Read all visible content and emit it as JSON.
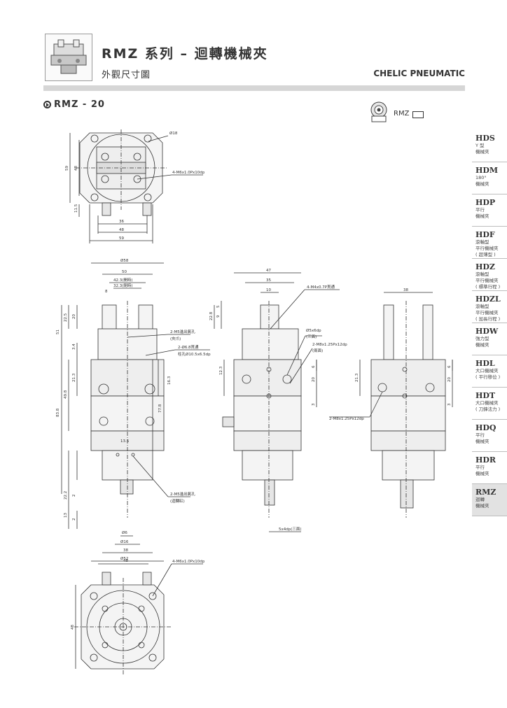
{
  "header": {
    "title": "RMZ 系列 – 迴轉機械夾",
    "subtitle": "外觀尺寸圖",
    "brand": "CHELIC PNEUMATIC"
  },
  "model_label": "RMZ - 20",
  "badge": {
    "text": "RMZ"
  },
  "sidebar": [
    {
      "code": "HDS",
      "desc": "Y 型\n機械夾"
    },
    {
      "code": "HDM",
      "desc": "180°\n機械夾"
    },
    {
      "code": "HDP",
      "desc": "平行\n機械夾"
    },
    {
      "code": "HDF",
      "desc": "滾軸型\n平行機械夾\n( 超薄型 )"
    },
    {
      "code": "HDZ",
      "desc": "滾軸型\n平行機械夾\n( 標準行程 )"
    },
    {
      "code": "HDZL",
      "desc": "滾軸型\n平行機械夾\n( 加長行程 )"
    },
    {
      "code": "HDW",
      "desc": "強力型\n機械夾"
    },
    {
      "code": "HDL",
      "desc": "大口機械夾\n( 平行移位 )"
    },
    {
      "code": "HDT",
      "desc": "大口機械夾\n( 刀鋒法力 )"
    },
    {
      "code": "HDQ",
      "desc": "平行\n機械夾"
    },
    {
      "code": "HDR",
      "desc": "平行\n機械夾"
    },
    {
      "code": "RMZ",
      "desc": "迴轉\n機械夾"
    }
  ],
  "dims": {
    "d18": "Ø18",
    "m6": "4-M6x1.0Px10dp",
    "v59": "59",
    "v48": "48",
    "v115": "11.5",
    "h36": "36",
    "h48": "48",
    "h59": "59",
    "d58": "Ø58",
    "h50": "50",
    "h423": "42.3(開時)",
    "h323": "32.3(閉時)",
    "h8": "8",
    "v225": "22.5",
    "v20": "20",
    "v51": "51",
    "v34": "3.4",
    "v213": "21.3",
    "v498": "49.8",
    "v838": "83.8",
    "v222": "22.2",
    "v2a": "2",
    "v13": "13",
    "v2b": "2",
    "m5a": "2-M5進出氣孔",
    "m5a2": "(夾爪)",
    "d68": "2-Ø6.8貫通",
    "d68b": "柱孔Ø10.5x6.5dp",
    "v163": "16.3",
    "v778": "77.8",
    "h135": "13.5",
    "m5b": "2-M5進出氣孔",
    "m5b2": "(迴轉缸)",
    "d6": "Ø6",
    "d16": "Ø16",
    "h38": "38",
    "d52": "Ø52",
    "h47": "47",
    "h35": "35",
    "h10": "10",
    "m4": "4-M4x0.7P貫通",
    "v9": "9",
    "v5": "5",
    "v228": "22.8",
    "v123": "12.3",
    "d5": "Ø5x6dp",
    "d5b": "(三面)",
    "m8": "2-M8x1.25Px12dp",
    "m8b": "(兩面)",
    "v6": "6",
    "v20b": "20",
    "v3": "3",
    "d5x4": "5x4dp(三面)",
    "m8c": "2-M8x1.25Px12dp",
    "h38b": "38",
    "v213b": "21.3",
    "v6b": "6",
    "v20c": "20",
    "v3b": "3",
    "h48b": "48",
    "m6b": "4-M6x1.0Px10dp",
    "v48b": "48"
  }
}
